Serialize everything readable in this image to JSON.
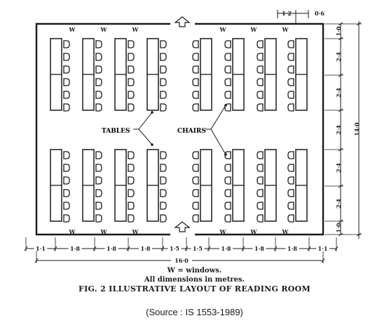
{
  "window_mark": "W",
  "top_row_windows": [
    "W",
    "W",
    "W",
    "W",
    "W",
    "W"
  ],
  "bottom_row_windows": [
    "W",
    "W",
    "W",
    "W",
    "W",
    "W"
  ],
  "labels": {
    "tables": "TABLES",
    "chairs": "CHAIRS"
  },
  "top_dims": [
    "1·2",
    "0·6"
  ],
  "right_dims": [
    "1·0",
    "2·4",
    "2·4",
    "2·4",
    "2·4",
    "2·4",
    "1·0"
  ],
  "overall_right": "14·0",
  "bottom_dims": [
    "1·1",
    "1·8",
    "1·8",
    "1·8",
    "1·5",
    "1·5",
    "1·8",
    "1·8",
    "1·8",
    "1·1"
  ],
  "overall_bottom": "16·0",
  "legend": "W = windows.",
  "note": "All dimensions in metres.",
  "figure_title": "FIG. 2  ILLUSTRATIVE LAYOUT OF READING ROOM",
  "source": "(Source : IS 1553-1989)"
}
